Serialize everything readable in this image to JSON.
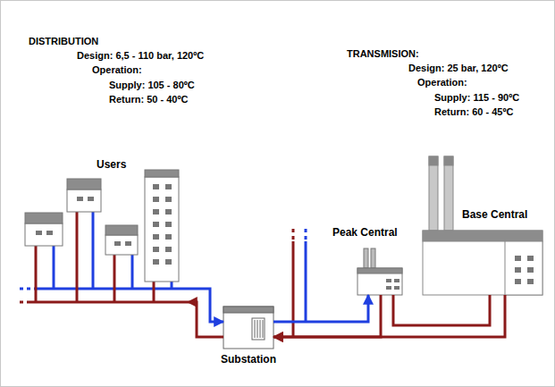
{
  "diagram": {
    "nodes": [
      {
        "text": [
          "Users"
        ]
      },
      {
        "text": [
          "Substation"
        ]
      },
      {
        "text": [
          "Peak Central"
        ]
      },
      {
        "text": [
          "Base Central"
        ]
      }
    ],
    "edges": [
      {
        "from": 0,
        "to": 1,
        "arrow": "to"
      },
      {
        "from": 1,
        "to": 0,
        "arrow": "to"
      },
      {
        "from": 1,
        "to": 2,
        "arrow": "to"
      },
      {
        "from": 2,
        "to": 1,
        "arrow": "to"
      },
      {
        "from": 3,
        "to": 1,
        "arrow": "to"
      },
      {
        "from": 3,
        "to": 2,
        "arrow": "none"
      }
    ],
    "labels": [
      "DISTRIBUTION",
      "Design: 6,5 - 110 bar, 120ºC",
      "Operation:",
      "Supply: 105 - 80ºC",
      "Return: 50 - 40ºC",
      "TRANSMISION:",
      "Design: 25 bar, 120ºC",
      "Operation:",
      "Supply: 115 - 90ºC",
      "Return: 60 - 45ºC"
    ]
  }
}
